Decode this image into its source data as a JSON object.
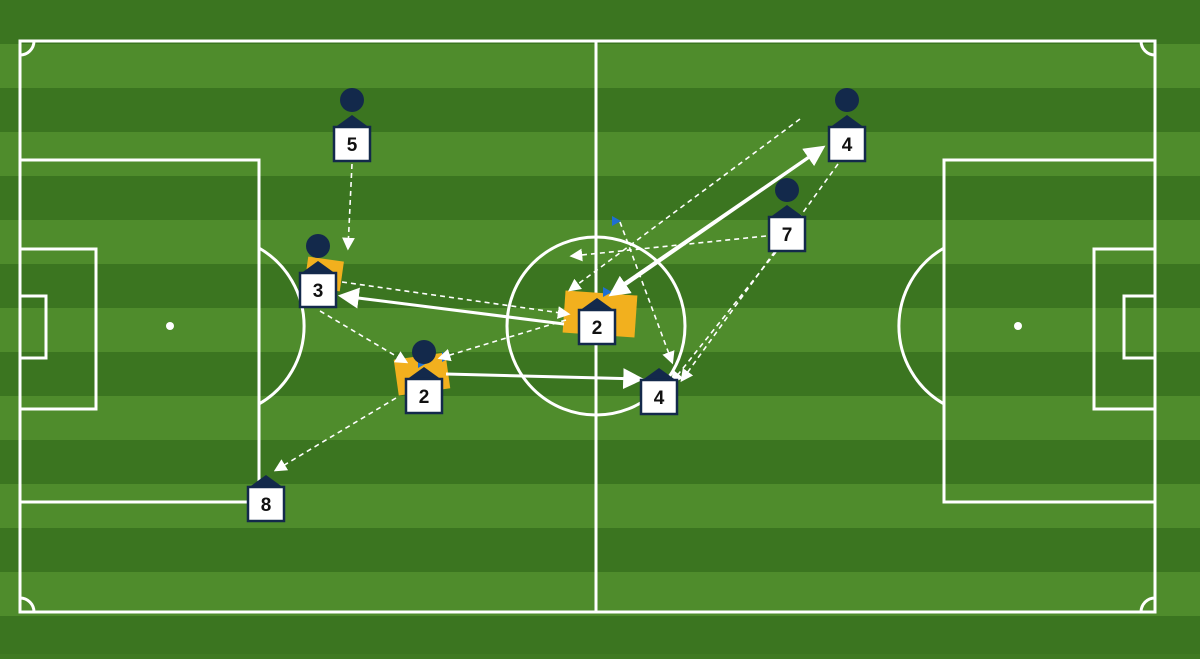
{
  "colors": {
    "grass_dark": "#3b7520",
    "grass_light": "#4f8c2c",
    "lines": "#ffffff",
    "player": "#13294b",
    "cone": "#f2b01e",
    "cone_marker": "#1f6fd1"
  },
  "players": [
    {
      "id": "p5",
      "number": "5",
      "has_head": true
    },
    {
      "id": "p3",
      "number": "3",
      "has_head": true,
      "cone": true
    },
    {
      "id": "p2-left",
      "number": "2",
      "has_head": true,
      "cone": true
    },
    {
      "id": "p8",
      "number": "8",
      "has_head": false
    },
    {
      "id": "p2-centre",
      "number": "2",
      "has_head": false,
      "cone": true
    },
    {
      "id": "p4-centre",
      "number": "4",
      "has_head": false
    },
    {
      "id": "p4-top",
      "number": "4",
      "has_head": true
    },
    {
      "id": "p7",
      "number": "7",
      "has_head": true
    }
  ],
  "movements": [
    {
      "id": "run-5-to-3",
      "style": "dashed",
      "kind": "run"
    },
    {
      "id": "pass-3-to-2centre",
      "style": "dashed",
      "kind": "pass"
    },
    {
      "id": "pass-3-to-2left",
      "style": "dashed",
      "kind": "pass"
    },
    {
      "id": "pass-2centre-to-2left",
      "style": "dashed",
      "kind": "pass"
    },
    {
      "id": "pass-2left-to-8",
      "style": "dashed",
      "kind": "pass"
    },
    {
      "id": "drive-2left-to-4",
      "style": "solid",
      "kind": "dribble"
    },
    {
      "id": "drive-2centre-to-3",
      "style": "solid",
      "kind": "dribble"
    },
    {
      "id": "drive-2centre-to-4top",
      "style": "solid",
      "kind": "dribble"
    },
    {
      "id": "drive-4top-to-2centre",
      "style": "solid",
      "kind": "dribble"
    },
    {
      "id": "run-4top-to-4",
      "style": "dashed",
      "kind": "run"
    },
    {
      "id": "run-7-to-4",
      "style": "dashed",
      "kind": "run"
    },
    {
      "id": "run-7-to-2centre",
      "style": "dashed",
      "kind": "run"
    },
    {
      "id": "run-flag-to-4",
      "style": "dashed",
      "kind": "run"
    },
    {
      "id": "run-offpitch-to-2centre",
      "style": "dashed",
      "kind": "run"
    }
  ]
}
